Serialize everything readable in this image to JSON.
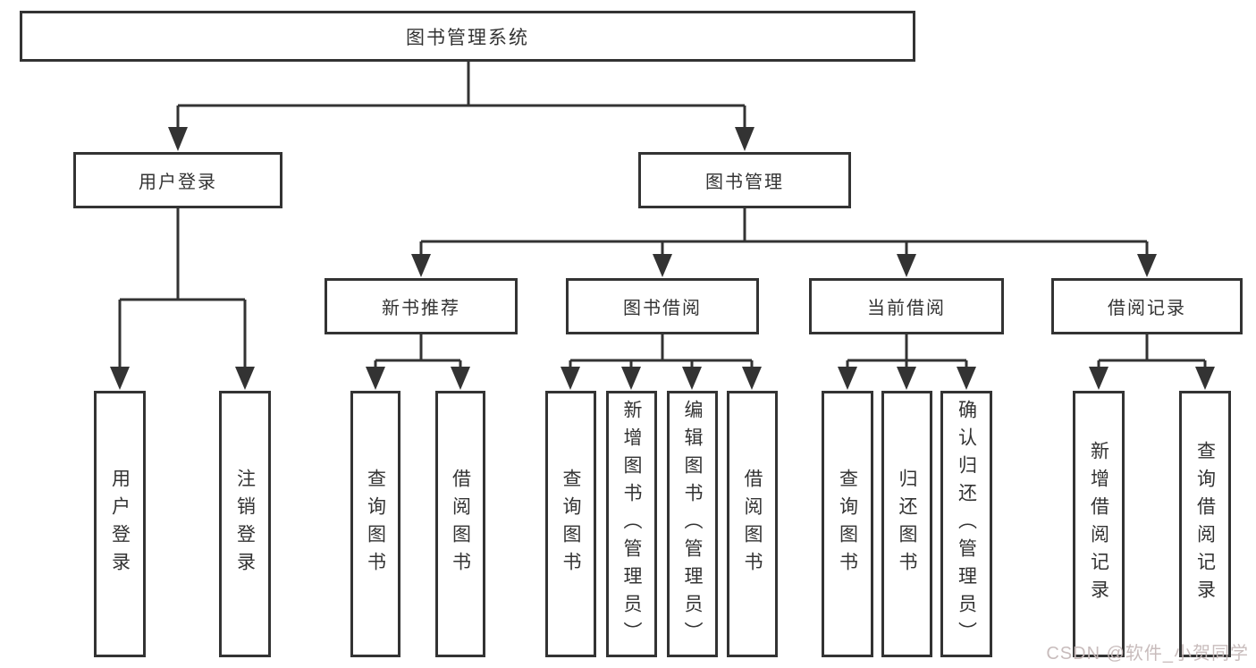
{
  "diagram_type": "tree",
  "title": "图书管理系统",
  "colors": {
    "line": "#333333",
    "box_border": "#333333",
    "box_background": "#FFFFFF",
    "text": "#333333",
    "page_background": "#FFFFFF",
    "watermark": "#C6B9B9"
  },
  "watermark": {
    "text": "CSDN @软件_小贺同学"
  },
  "nodes": {
    "root": {
      "label": "图书管理系统"
    },
    "level2": [
      {
        "label": "用户登录",
        "children": [
          "用户登录",
          "注销登录"
        ]
      },
      {
        "label": "图书管理",
        "children": [
          "新书推荐",
          "图书借阅",
          "当前借阅",
          "借阅记录"
        ]
      }
    ],
    "level3": [
      {
        "label": "新书推荐",
        "children": [
          "查询图书",
          "借阅图书"
        ]
      },
      {
        "label": "图书借阅",
        "children": [
          "查询图书",
          "新增图书（管理员）",
          "编辑图书（管理员）",
          "借阅图书"
        ]
      },
      {
        "label": "当前借阅",
        "children": [
          "查询图书",
          "归还图书",
          "确认归还（管理员）"
        ]
      },
      {
        "label": "借阅记录",
        "children": [
          "新增借阅记录",
          "查询借阅记录"
        ]
      }
    ],
    "leaves": [
      {
        "label": "用户登录"
      },
      {
        "label": "注销登录"
      },
      {
        "label": "查询图书"
      },
      {
        "label": "借阅图书"
      },
      {
        "label": "查询图书"
      },
      {
        "label": "新增图书（管理员）"
      },
      {
        "label": "编辑图书（管理员）"
      },
      {
        "label": "借阅图书"
      },
      {
        "label": "查询图书"
      },
      {
        "label": "归还图书"
      },
      {
        "label": "确认归还（管理员）"
      },
      {
        "label": "新增借阅记录"
      },
      {
        "label": "查询借阅记录"
      }
    ]
  }
}
